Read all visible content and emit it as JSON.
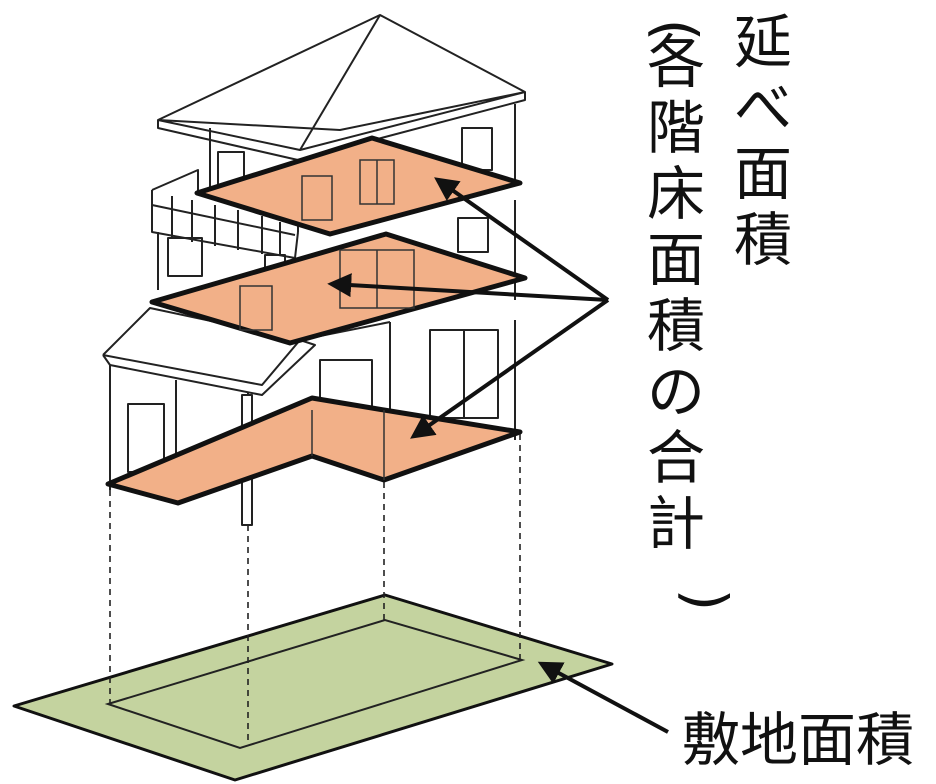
{
  "labels": {
    "total_floor_area_title": [
      "延",
      "べ",
      "面",
      "積"
    ],
    "total_floor_area_note": [
      "(",
      "各",
      "階",
      "床",
      "面",
      "積",
      "の",
      "合",
      "計",
      ")"
    ],
    "site_area": "敷地面積"
  },
  "colors": {
    "floor_fill": "#f2b088",
    "floor_stroke": "#111111",
    "site_fill": "#c4d39f",
    "line": "#222222",
    "background": "#ffffff"
  }
}
